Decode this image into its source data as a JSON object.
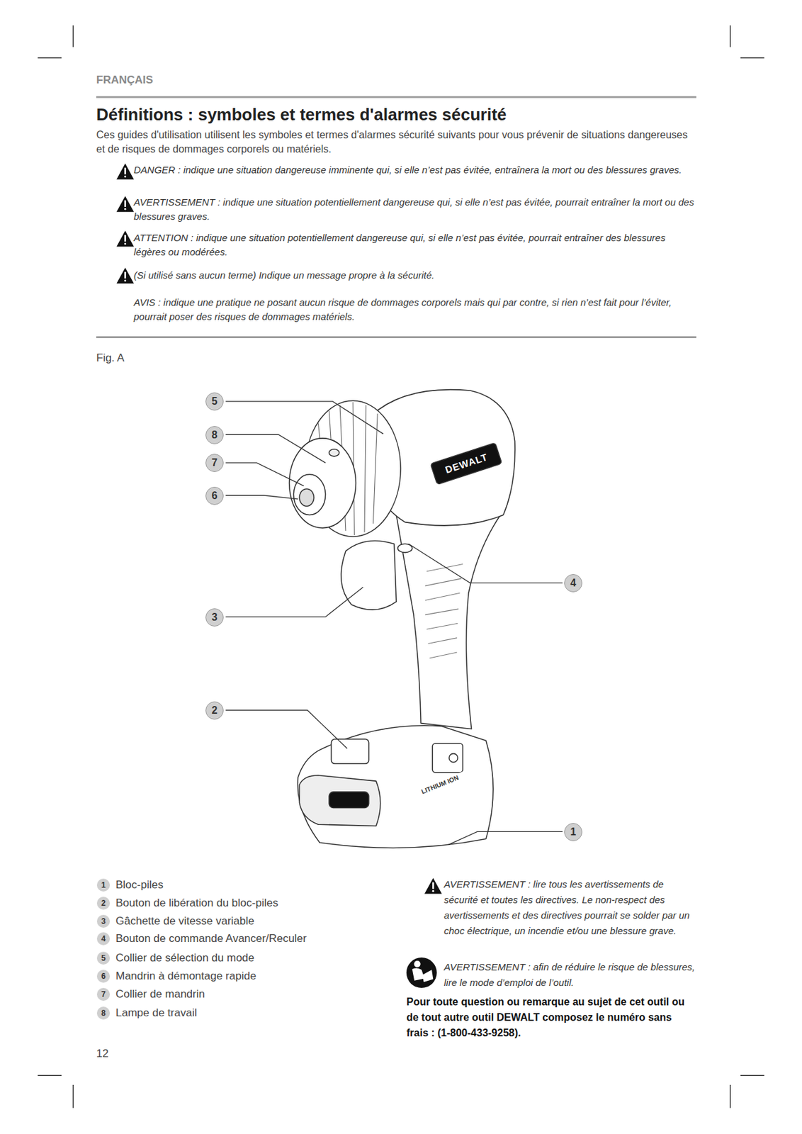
{
  "diagram": {
    "title": "Définitions : symboles et termes d'alarmes sécurité",
    "labels": [
      "FRANÇAIS",
      "Ces guides d'utilisation utilisent les symboles et termes d'alarmes sécurité suivants pour vous prévenir de situations dangereuses et de risques de dommages corporels ou matériels.",
      "DANGER : indique une situation dangereuse imminente qui, si elle n’est pas évitée, entraînera la mort ou des blessures graves.",
      "AVERTISSEMENT : indique une situation potentiellement dangereuse qui, si elle n’est pas évitée, pourrait entraîner la mort ou des blessures graves.",
      "ATTENTION : indique une situation potentiellement dangereuse qui, si elle n’est pas évitée, pourrait entraîner des blessures légères ou modérées.",
      "(Si utilisé sans aucun terme) Indique un message propre à la sécurité.",
      "AVIS : indique une pratique ne posant aucun risque de dommages corporels mais qui par contre, si rien n’est fait pour l’éviter, pourrait poser des risques de dommages matériels.",
      "Fig. A",
      "5",
      "8",
      "7",
      "6",
      "4",
      "3",
      "2",
      "1",
      "DEWALT",
      "LITHIUM ION",
      "1",
      "Bloc-piles",
      "2",
      "Bouton de libération du bloc-piles",
      "3",
      "Gâchette de vitesse variable",
      "4",
      "Bouton de commande Avancer/Reculer",
      "5",
      "Collier de sélection du mode",
      "6",
      "Mandrin à démontage rapide",
      "7",
      "Collier de mandrin",
      "8",
      "Lampe de travail",
      "AVERTISSEMENT : lire tous les avertissements de sécurité et toutes les directives. Le non-respect des avertissements et des directives pourrait se solder par un choc électrique, un incendie et/ou une blessure grave.",
      "AVERTISSEMENT : afin de réduire le risque de blessures, lire le mode d’emploi de l’outil.",
      "Pour toute question ou remarque au sujet de cet outil ou de tout autre outil DEWALT composez le numéro sans frais : (1-800-433-9258).",
      "12"
    ]
  }
}
